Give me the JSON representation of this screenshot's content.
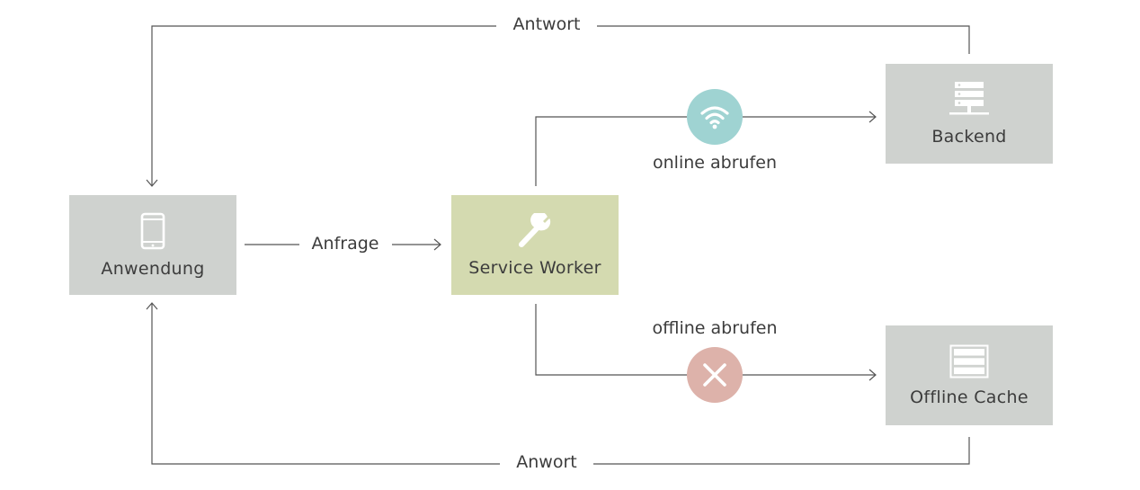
{
  "nodes": {
    "app": {
      "label": "Anwendung",
      "icon": "smartphone-icon",
      "color": "#cfd2cf"
    },
    "worker": {
      "label": "Service Worker",
      "icon": "wrench-icon",
      "color": "#d4dab0"
    },
    "backend": {
      "label": "Backend",
      "icon": "server-icon",
      "color": "#cfd2cf"
    },
    "cache": {
      "label": "Offline Cache",
      "icon": "database-icon",
      "color": "#cfd2cf"
    }
  },
  "edges": {
    "request": "Anfrage",
    "online": "online abrufen",
    "offline": "offline abrufen",
    "response_top": "Antwort",
    "response_bottom": "Anwort"
  },
  "badges": {
    "wifi": {
      "icon": "wifi-icon",
      "color": "#9fd3d2"
    },
    "error": {
      "icon": "close-icon",
      "color": "#ddb2aa"
    }
  },
  "colors": {
    "line": "#555555",
    "icon": "#ffffff"
  }
}
